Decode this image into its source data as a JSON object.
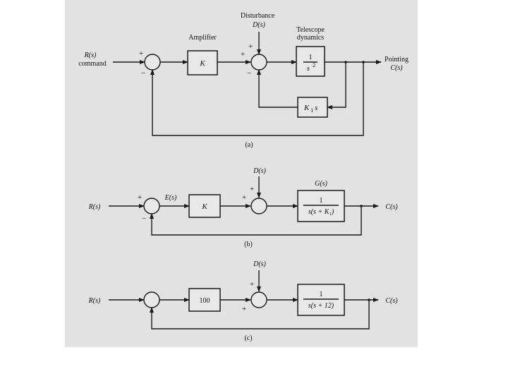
{
  "diagram_a": {
    "disturbance_title": "Disturbance",
    "disturbance_input": "D(s)",
    "amplifier_label": "Amplifier",
    "telescope_label_1": "Telescope",
    "telescope_label_2": "dynamics",
    "input_label": "R(s)",
    "input_sub": "command",
    "gain_k": "K",
    "plant_num": "1",
    "plant_den": "s",
    "plant_den_exp": "2",
    "feedback_gain": "K",
    "feedback_gain_sub": "1",
    "feedback_gain_s": "s",
    "output_label_1": "Pointing",
    "output_label_2": "C(s)",
    "sign_plus_1": "+",
    "sign_minus_1": "−",
    "sign_plus_2": "+",
    "sign_minus_2": "−",
    "sign_plus_dist": "+",
    "caption": "(a)"
  },
  "diagram_b": {
    "disturbance_input": "D(s)",
    "input_label": "R(s)",
    "error_label": "E(s)",
    "gain_k": "K",
    "plant_title": "G(s)",
    "plant_num": "1",
    "plant_den": "s(s + K₁)",
    "output_label": "C(s)",
    "sign_plus_1": "+",
    "sign_minus_1": "−",
    "sign_plus_2": "+",
    "sign_plus_dist": "+",
    "caption": "(b)"
  },
  "diagram_c": {
    "disturbance_input": "D(s)",
    "input_label": "R(s)",
    "gain": "100",
    "plant_num": "1",
    "plant_den": "s(s + 12)",
    "output_label": "C(s)",
    "sign_plus_2": "+",
    "sign_plus_dist": "+",
    "caption": "(c)"
  }
}
